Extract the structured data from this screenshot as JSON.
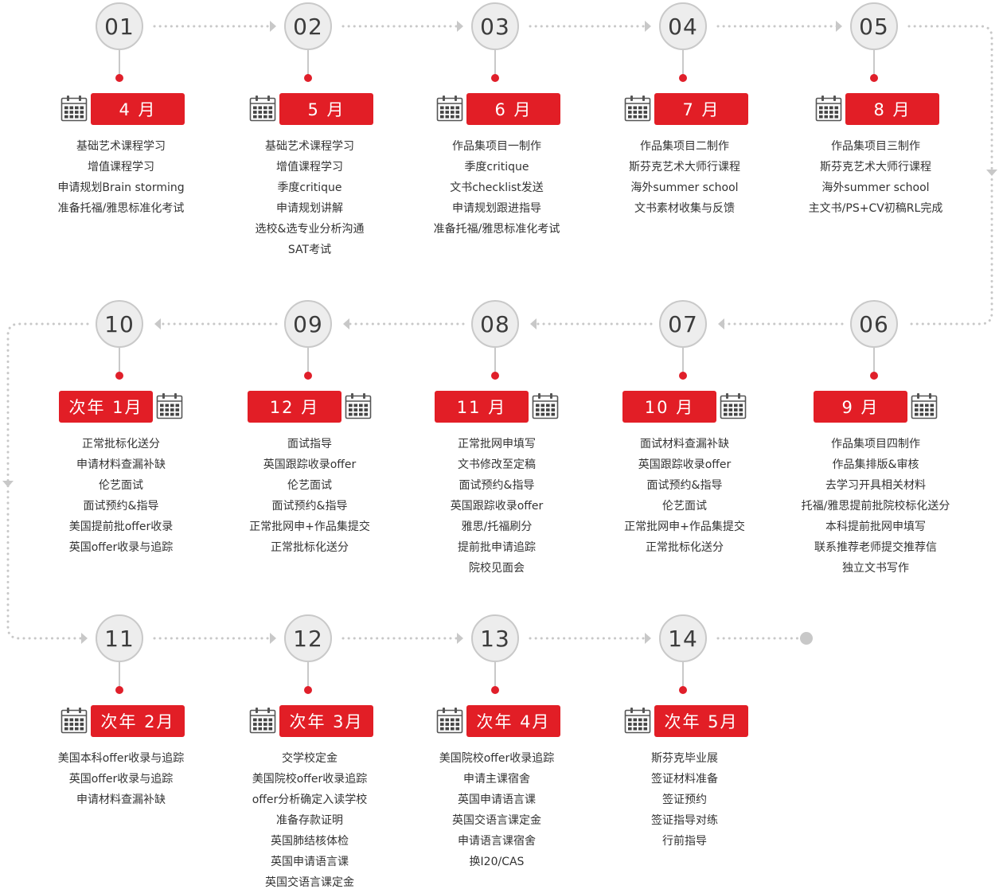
{
  "steps": [
    {
      "num": "01",
      "month": "4 月",
      "items": [
        "基础艺术课程学习",
        "增值课程学习",
        "申请规划Brain storming",
        "准备托福/雅思标准化考试"
      ]
    },
    {
      "num": "02",
      "month": "5 月",
      "items": [
        "基础艺术课程学习",
        "增值课程学习",
        "季度critique",
        "申请规划讲解",
        "选校&选专业分析沟通",
        "SAT考试"
      ]
    },
    {
      "num": "03",
      "month": "6 月",
      "items": [
        "作品集项目一制作",
        "季度critique",
        "文书checklist发送",
        "申请规划跟进指导",
        "准备托福/雅思标准化考试"
      ]
    },
    {
      "num": "04",
      "month": "7 月",
      "items": [
        "作品集项目二制作",
        "斯芬克艺术大师行课程",
        "海外summer school",
        "文书素材收集与反馈"
      ]
    },
    {
      "num": "05",
      "month": "8 月",
      "items": [
        "作品集项目三制作",
        "斯芬克艺术大师行课程",
        "海外summer school",
        "主文书/PS+CV初稿RL完成"
      ]
    },
    {
      "num": "06",
      "month": "9 月",
      "items": [
        "作品集项目四制作",
        "作品集排版&审核",
        "去学习开具相关材料",
        "托福/雅思提前批院校标化送分",
        "本科提前批网申填写",
        "联系推荐老师提交推荐信",
        "独立文书写作"
      ]
    },
    {
      "num": "07",
      "month": "10 月",
      "items": [
        "面试材料查漏补缺",
        "英国跟踪收录offer",
        "面试预约&指导",
        "伦艺面试",
        "正常批网申+作品集提交",
        "正常批标化送分"
      ]
    },
    {
      "num": "08",
      "month": "11 月",
      "items": [
        "正常批网申填写",
        "文书修改至定稿",
        "面试预约&指导",
        "英国跟踪收录offer",
        "雅思/托福刷分",
        "提前批申请追踪",
        "院校见面会"
      ]
    },
    {
      "num": "09",
      "month": "12 月",
      "items": [
        "面试指导",
        "英国跟踪收录offer",
        "伦艺面试",
        "面试预约&指导",
        "正常批网申+作品集提交",
        "正常批标化送分"
      ]
    },
    {
      "num": "10",
      "month": "次年 1月",
      "items": [
        "正常批标化送分",
        "申请材料查漏补缺",
        "伦艺面试",
        "面试预约&指导",
        "美国提前批offer收录",
        "英国offer收录与追踪"
      ]
    },
    {
      "num": "11",
      "month": "次年 2月",
      "items": [
        "美国本科offer收录与追踪",
        "英国offer收录与追踪",
        "申请材料查漏补缺"
      ]
    },
    {
      "num": "12",
      "month": "次年 3月",
      "items": [
        "交学校定金",
        "美国院校offer收录追踪",
        "offer分析确定入读学校",
        "准备存款证明",
        "英国肺结核体检",
        "英国申请语言课",
        "英国交语言课定金"
      ]
    },
    {
      "num": "13",
      "month": "次年 4月",
      "items": [
        "美国院校offer收录追踪",
        "申请主课宿舍",
        "英国申请语言课",
        "英国交语言课定金",
        "申请语言课宿舍",
        "换I20/CAS"
      ]
    },
    {
      "num": "14",
      "month": "次年 5月",
      "items": [
        "斯芬克毕业展",
        "签证材料准备",
        "签证预约",
        "签证指导对练",
        "行前指导"
      ]
    }
  ],
  "colors": {
    "accent": "#e21e26",
    "circle_fill": "#ededed",
    "circle_border": "#c9c9c9",
    "connector": "#c8c8c8",
    "text": "#333333"
  },
  "icons": {
    "calendar": "calendar-icon"
  }
}
